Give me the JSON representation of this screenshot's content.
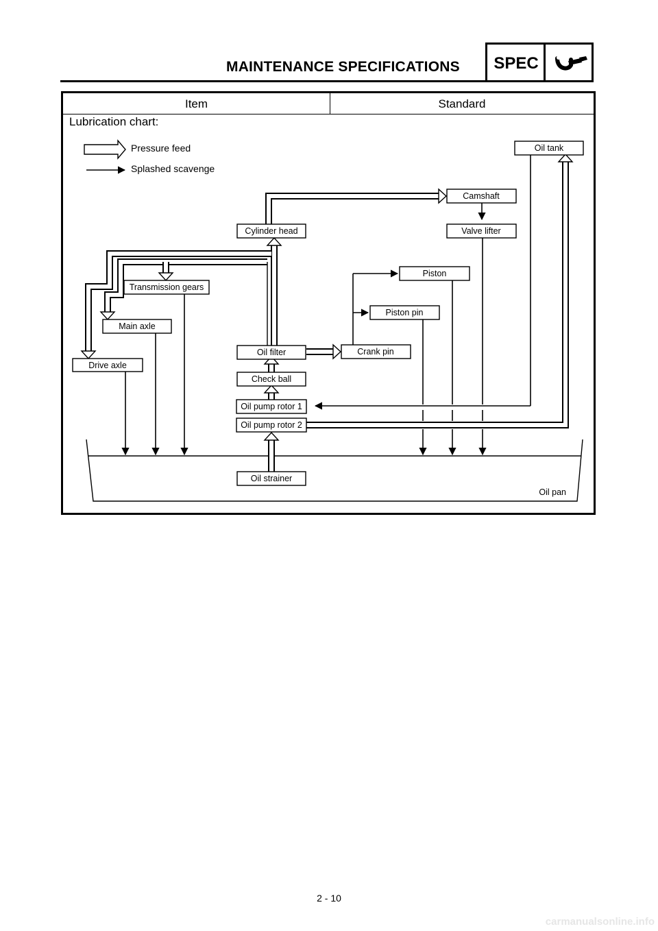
{
  "page": {
    "title": "MAINTENANCE SPECIFICATIONS",
    "section_badge": "SPEC",
    "badge_icon": "wrench-icon",
    "page_number": "2 - 10",
    "watermark": "carmanualsonline.info"
  },
  "table": {
    "col_item": "Item",
    "col_standard": "Standard",
    "row_label": "Lubrication chart:"
  },
  "legend": {
    "pressure_feed": "Pressure feed",
    "splashed_scavenge": "Splashed scavenge"
  },
  "components": {
    "oil_tank": "Oil tank",
    "camshaft": "Camshaft",
    "valve_lifter": "Valve lifter",
    "cylinder_head": "Cylinder head",
    "piston": "Piston",
    "transmission_gears": "Transmission gears",
    "piston_pin": "Piston pin",
    "main_axle": "Main axle",
    "oil_filter": "Oil filter",
    "crank_pin": "Crank pin",
    "drive_axle": "Drive axle",
    "check_ball": "Check ball",
    "oil_pump_rotor_1": "Oil pump rotor 1",
    "oil_pump_rotor_2": "Oil pump rotor 2",
    "oil_strainer": "Oil strainer",
    "oil_pan": "Oil pan"
  }
}
